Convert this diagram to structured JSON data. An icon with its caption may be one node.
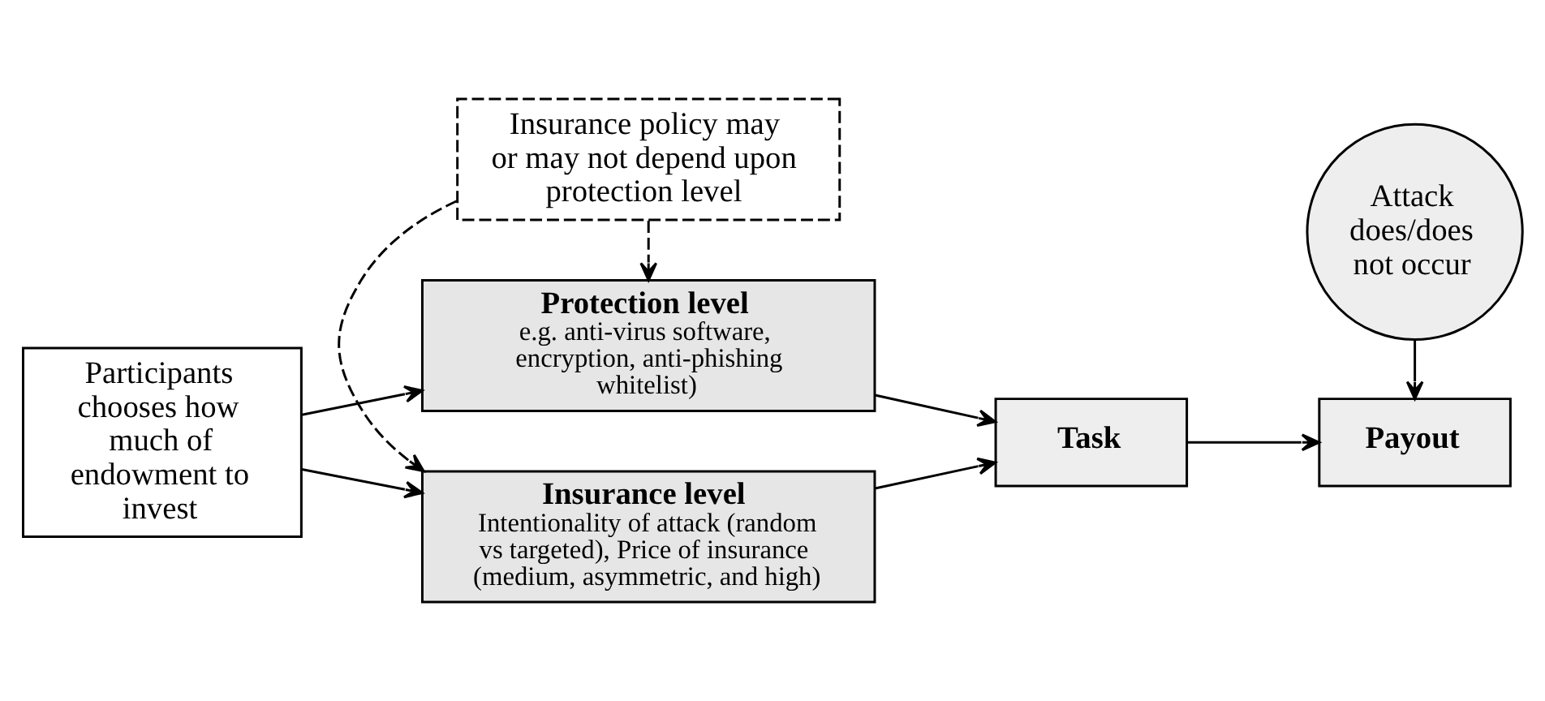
{
  "diagram": {
    "nodes": [
      {
        "text": [
          "Participants chooses how much of endowment to invest"
        ]
      },
      {
        "text": [
          "Insurance level",
          "Intentionality of attack (random vs targeted), Price of insurance (medium, asymmetric, and high)"
        ]
      },
      {
        "text": [
          "Insurance policy may or may not depend upon protection level"
        ]
      },
      {
        "text": [
          "Protection level",
          "e.g. anti-virus software, encryption, anti-phishing whitelist)"
        ]
      },
      {
        "text": [
          "Task"
        ]
      },
      {
        "text": [
          "Attack does/does not occur"
        ]
      },
      {
        "text": [
          "Payout"
        ]
      }
    ],
    "edges": [
      {
        "from": 0,
        "to": 1,
        "arrow": "to"
      },
      {
        "from": 0,
        "to": 3,
        "arrow": "to"
      },
      {
        "from": 2,
        "to": 1,
        "arrow": "to",
        "style": "dashed"
      },
      {
        "from": 2,
        "to": 3,
        "arrow": "to",
        "style": "dashed"
      },
      {
        "from": 1,
        "to": 4,
        "arrow": "to"
      },
      {
        "from": 3,
        "to": 4,
        "arrow": "to"
      },
      {
        "from": 4,
        "to": 6,
        "arrow": "to"
      },
      {
        "from": 5,
        "to": 6,
        "arrow": "to"
      }
    ]
  }
}
